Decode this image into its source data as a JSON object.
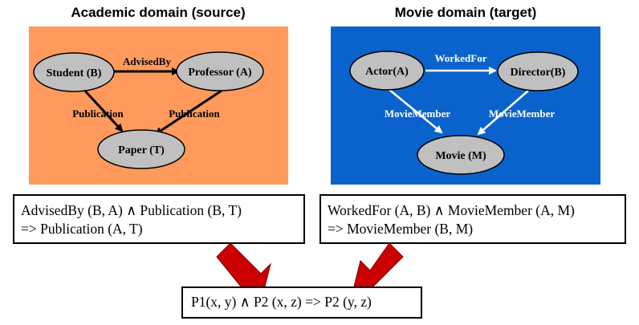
{
  "source_panel": {
    "title": "Academic domain (source)",
    "colors": {
      "background": "#ff9a5c",
      "node_fill": "#c0c0c0",
      "edge": "#000000",
      "text": "#000000"
    },
    "nodes": {
      "student": "Student (B)",
      "professor": "Professor (A)",
      "paper": "Paper (T)"
    },
    "edges": {
      "advised_by": "AdvisedBy",
      "publication_left": "Publication",
      "publication_right": "Publication"
    }
  },
  "target_panel": {
    "title": "Movie domain (target)",
    "colors": {
      "background": "#0a63cc",
      "node_fill": "#c0c0c0",
      "edge": "#ffffff",
      "text": "#ffffff"
    },
    "nodes": {
      "actor": "Actor(A)",
      "director": "Director(B)",
      "movie": "Movie (M)"
    },
    "edges": {
      "worked_for": "WorkedFor",
      "movie_member_left": "MovieMember",
      "movie_member_right": "MovieMember"
    }
  },
  "rules": {
    "source_line1": "AdvisedBy (B, A) ∧ Publication (B, T)",
    "source_line2": "=> Publication (A, T)",
    "target_line1": "WorkedFor (A, B) ∧ MovieMember (A, M)",
    "target_line2": "=> MovieMember (B, M)",
    "generalized": "P1(x, y) ∧ P2 (x, z)  => P2 (y, z)"
  },
  "merge_arrow_color": "#cc0000"
}
